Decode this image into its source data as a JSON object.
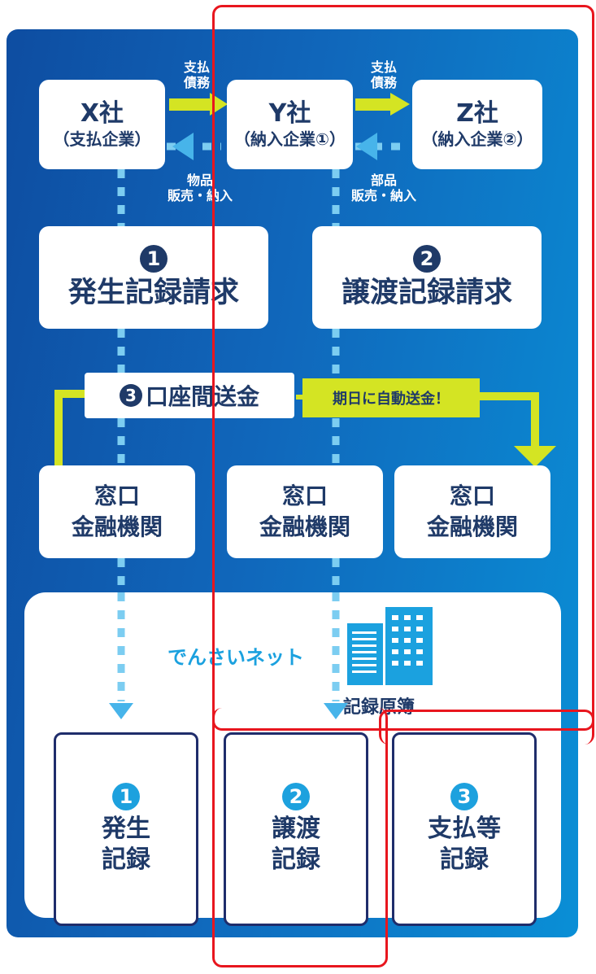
{
  "companies": [
    {
      "name": "X社",
      "sub": "（支払企業）"
    },
    {
      "name": "Y社",
      "sub": "（納入企業①）"
    },
    {
      "name": "Z社",
      "sub": "（納入企業②）"
    }
  ],
  "flows": {
    "x_to_y_payment": "支払\n債務",
    "y_to_z_payment": "支払\n債務",
    "y_to_x_goods": "物品\n販売・納入",
    "z_to_y_parts": "部品\n販売・納入"
  },
  "requests": [
    {
      "num": "1",
      "title": "発生記録請求"
    },
    {
      "num": "2",
      "title": "譲渡記録請求"
    }
  ],
  "remittance": {
    "num": "3",
    "label": "口座間送金",
    "auto_label": "期日に自動送金！"
  },
  "banks": [
    {
      "line1": "窓口",
      "line2": "金融機関"
    },
    {
      "line1": "窓口",
      "line2": "金融機関"
    },
    {
      "line1": "窓口",
      "line2": "金融機関"
    }
  ],
  "densai": {
    "name": "でんさいネット",
    "ledger_label": "記録原簿"
  },
  "records": [
    {
      "num": "1",
      "line1": "発生",
      "line2": "記録"
    },
    {
      "num": "2",
      "line1": "譲渡",
      "line2": "記録"
    },
    {
      "num": "3",
      "line1": "支払等",
      "line2": "記録"
    }
  ],
  "colors": {
    "panel_start": "#0e4da1",
    "panel_end": "#0a8fd6",
    "navy": "#1f3a68",
    "accent_yellow": "#d4e423",
    "light_blue": "#1ba1df",
    "highlight_red": "#e8161e"
  }
}
